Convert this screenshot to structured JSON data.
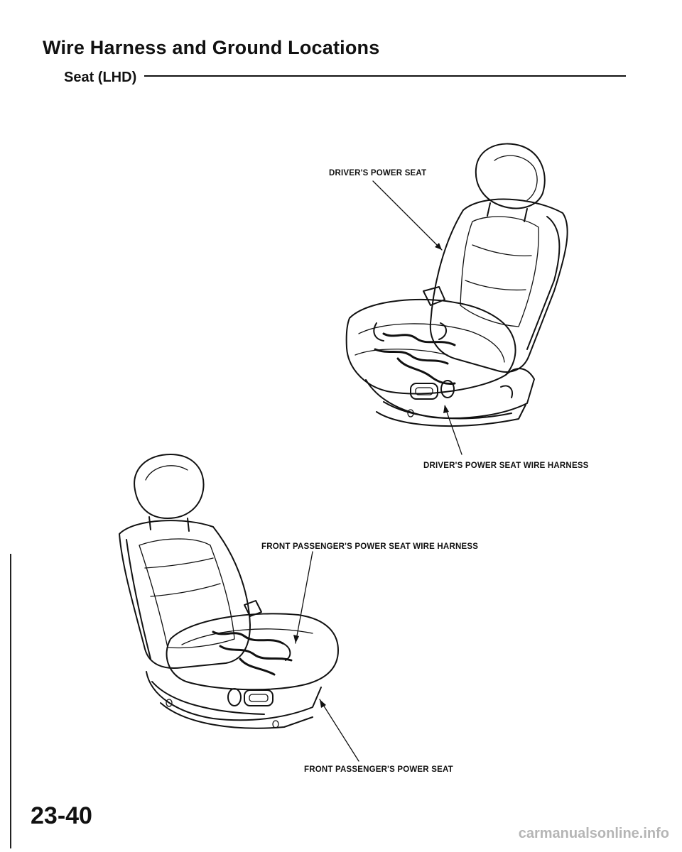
{
  "header": {
    "title": "Wire Harness and Ground Locations",
    "subtitle": "Seat (LHD)"
  },
  "callouts": {
    "drivers_power_seat": "DRIVER'S POWER SEAT",
    "drivers_power_seat_wire_harness": "DRIVER'S POWER SEAT WIRE HARNESS",
    "front_passengers_power_seat_wire_harness": "FRONT PASSENGER'S POWER SEAT WIRE HARNESS",
    "front_passengers_power_seat": "FRONT PASSENGER'S POWER SEAT"
  },
  "footer": {
    "page_number": "23-40",
    "watermark": "carmanualsonline.info"
  }
}
